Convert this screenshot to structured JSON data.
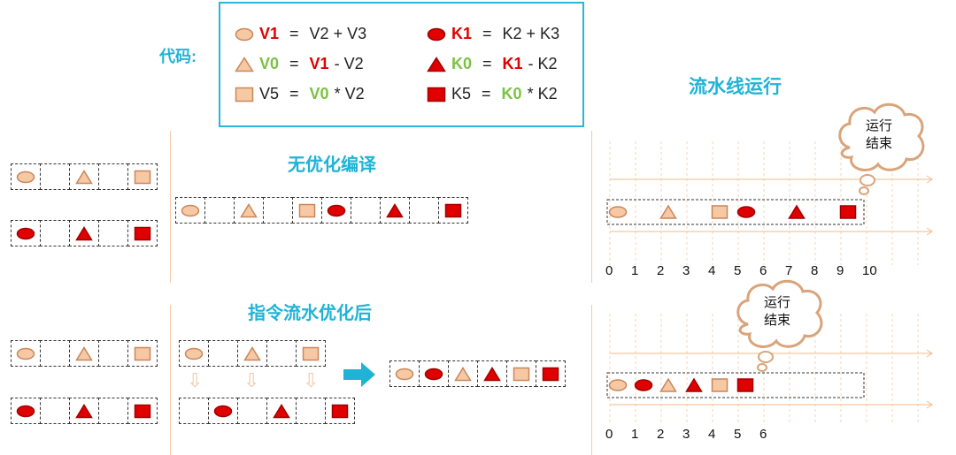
{
  "code": {
    "label": "代码:",
    "left": [
      {
        "shape": "ellipse",
        "color": "#f6c9a4",
        "a": "V1",
        "a_color": "#e00000",
        "eq": "=",
        "rhs": [
          {
            "t": "V2 +  V3",
            "c": "#222"
          }
        ]
      },
      {
        "shape": "triangle",
        "color": "#f6c9a4",
        "a": "V0",
        "a_color": "#7cc242",
        "eq": "=",
        "rhs": [
          {
            "t": "V1",
            "c": "#e00000"
          },
          {
            "t": "- V2",
            "c": "#222"
          }
        ]
      },
      {
        "shape": "square",
        "color": "#f6c9a4",
        "a": "V5",
        "a_color": "#222",
        "eq": "=",
        "rhs": [
          {
            "t": "V0",
            "c": "#7cc242"
          },
          {
            "t": "* V2",
            "c": "#222"
          }
        ]
      }
    ],
    "right": [
      {
        "shape": "ellipse",
        "color": "#e00000",
        "a": "K1",
        "a_color": "#e00000",
        "eq": "=",
        "rhs": [
          {
            "t": "K2 +  K3",
            "c": "#222"
          }
        ]
      },
      {
        "shape": "triangle",
        "color": "#e00000",
        "a": "K0",
        "a_color": "#7cc242",
        "eq": "=",
        "rhs": [
          {
            "t": "K1",
            "c": "#e00000"
          },
          {
            "t": "- K2",
            "c": "#222"
          }
        ]
      },
      {
        "shape": "square",
        "color": "#e00000",
        "a": "K5",
        "a_color": "#222",
        "eq": "=",
        "rhs": [
          {
            "t": "K0",
            "c": "#7cc242"
          },
          {
            "t": "* K2",
            "c": "#222"
          }
        ]
      }
    ]
  },
  "titles": {
    "pipeline": "流水线运行",
    "unoptimized": "无优化编译",
    "optimized": "指令流水优化后"
  },
  "cloud": {
    "line1": "运行",
    "line2": "结束"
  },
  "axis_top": [
    "0",
    "1",
    "2",
    "3",
    "4",
    "5",
    "6",
    "7",
    "8",
    "9",
    "10"
  ],
  "axis_bottom": [
    "0",
    "1",
    "2",
    "3",
    "4",
    "5",
    "6"
  ]
}
